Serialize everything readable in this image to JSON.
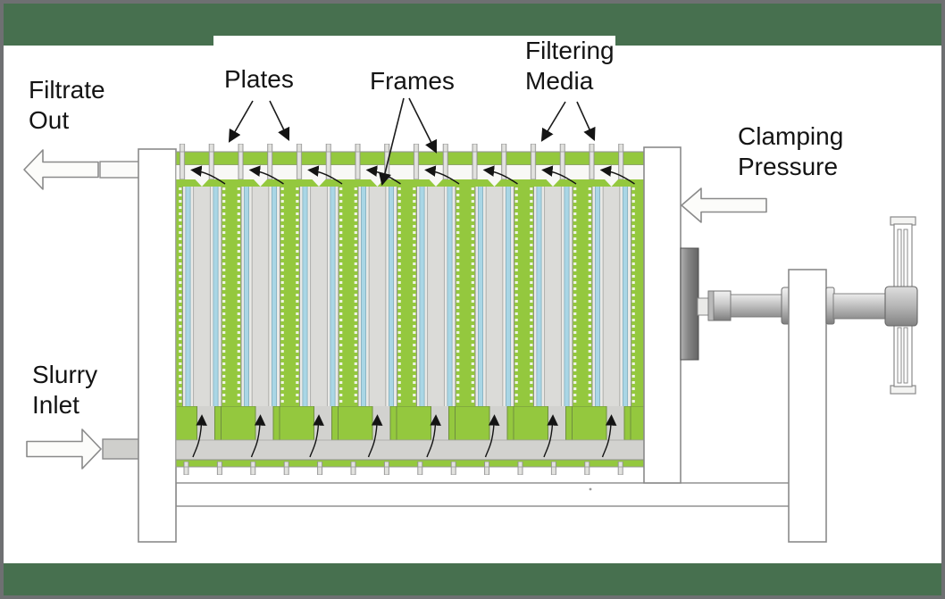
{
  "figure": {
    "type": "plate-and-frame-filter-press-diagram",
    "labels": {
      "filtrate_out": "Filtrate\nOut",
      "plates": "Plates",
      "frames": "Frames",
      "filtering_media": "Filtering\nMedia",
      "clamping_pressure": "Clamping\nPressure",
      "slurry_inlet": "Slurry\nInlet"
    },
    "colors": {
      "banner_green": "#47704f",
      "frame_green": "#94c83e",
      "media_blue": "#a9d6e5",
      "plate_gray": "#dbdbd8",
      "slurry_channel_gray": "#d2d2cf",
      "metal_outline_gray": "#8a8a8a",
      "pressure_plate_gray": "#6e6e6e",
      "arrow_black": "#141414",
      "background": "#ffffff"
    },
    "stack": {
      "cell_count": 8,
      "top_filtrate_arrow_count": 8,
      "bottom_slurry_arrow_count": 8
    },
    "icons": [
      "filtrate-out-arrow",
      "slurry-inlet-arrow",
      "clamping-pressure-arrow",
      "plates-pointer-arrows",
      "frames-pointer-arrows",
      "filtering-media-pointer-arrows",
      "filtrate-flow-arrows",
      "slurry-flow-arrows",
      "handwheel"
    ]
  }
}
